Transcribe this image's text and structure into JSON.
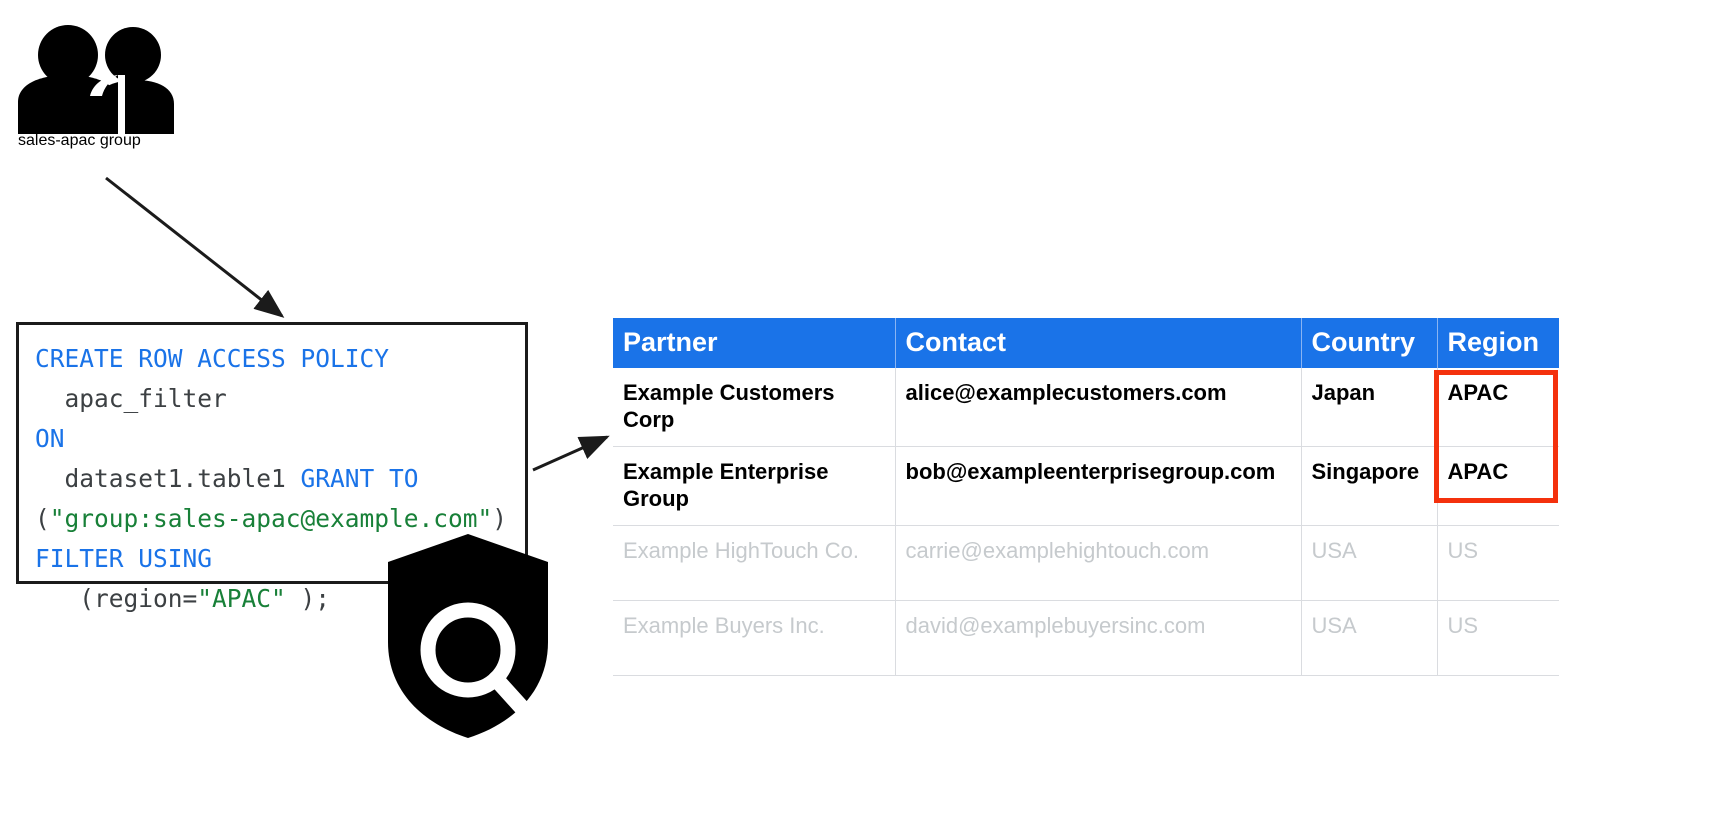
{
  "group_node": {
    "icon": "people-group-icon",
    "label": "sales-apac group"
  },
  "policy": {
    "icon": "shield-search-icon",
    "lines": [
      [
        {
          "t": "CREATE ROW ACCESS POLICY",
          "c": "kw"
        }
      ],
      [
        {
          "t": "  apac_filter",
          "c": "id"
        }
      ],
      [
        {
          "t": "ON",
          "c": "kw"
        }
      ],
      [
        {
          "t": "  dataset1.table1 ",
          "c": "id"
        },
        {
          "t": "GRANT TO",
          "c": "kw"
        }
      ],
      [
        {
          "t": "(",
          "c": "pn"
        },
        {
          "t": "\"group:sales-apac@example.com\"",
          "c": "str"
        },
        {
          "t": ")",
          "c": "pn"
        }
      ],
      [
        {
          "t": "FILTER USING",
          "c": "kw"
        }
      ],
      [
        {
          "t": "   (region=",
          "c": "id"
        },
        {
          "t": "\"APAC\"",
          "c": "str"
        },
        {
          "t": " );",
          "c": "id"
        }
      ]
    ],
    "plain_text": "CREATE ROW ACCESS POLICY\n  apac_filter\nON\n  dataset1.table1 GRANT TO\n(\"group:sales-apac@example.com\")\nFILTER USING\n   (region=\"APAC\" );"
  },
  "table": {
    "headers": [
      "Partner",
      "Contact",
      "Country",
      "Region"
    ],
    "rows": [
      {
        "state": "visible",
        "cells": [
          "Example Customers Corp",
          "alice@examplecustomers.com",
          "Japan",
          "APAC"
        ]
      },
      {
        "state": "visible",
        "cells": [
          "Example Enterprise Group",
          "bob@exampleenterprisegroup.com",
          "Singapore",
          "APAC"
        ]
      },
      {
        "state": "masked",
        "cells": [
          "Example HighTouch Co.",
          "carrie@examplehightouch.com",
          "USA",
          "US"
        ]
      },
      {
        "state": "masked",
        "cells": [
          "Example Buyers Inc.",
          "david@examplebuyersinc.com",
          "USA",
          "US"
        ]
      }
    ]
  },
  "colors": {
    "header_blue": "#1a73e8",
    "keyword_blue": "#1a73e8",
    "string_green": "#188038",
    "highlight_red": "#f4310d",
    "masked_gray": "#c6cacd",
    "border_gray": "#dadce0",
    "ink_black": "#1b1b1b"
  }
}
